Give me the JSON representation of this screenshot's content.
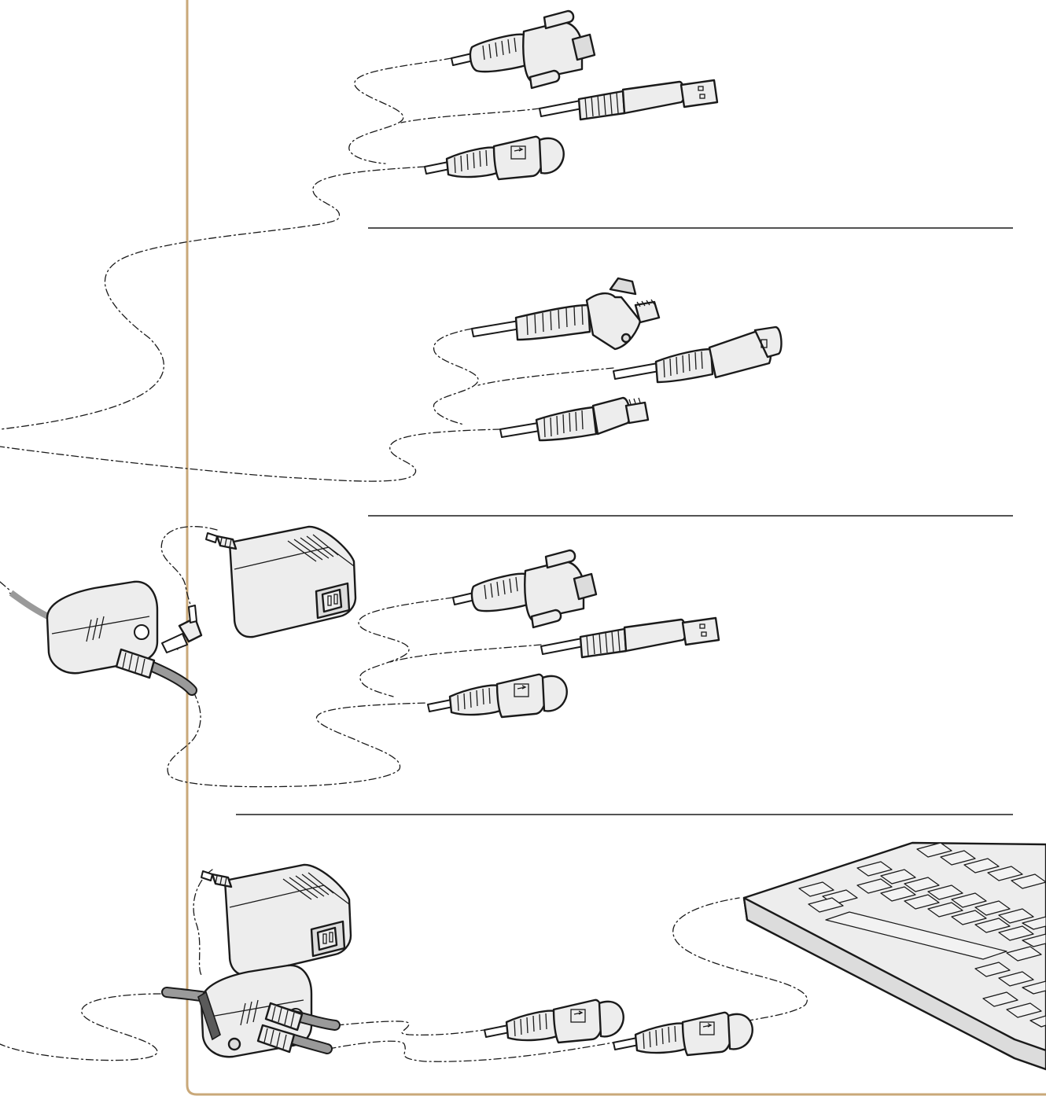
{
  "colors": {
    "frame": "#c9a879",
    "line": "#1a1a1a",
    "connector_fill": "#ededed",
    "shade": "#dcdcdc"
  },
  "sections": [
    {
      "name": "cable-group-1",
      "connectors": [
        "db9-connector-icon",
        "usb-connector-icon",
        "ps2-connector-icon"
      ]
    },
    {
      "name": "cable-group-2",
      "connectors": [
        "modular-connector-icon",
        "pos-connector-icon",
        "rj-connector-icon"
      ]
    },
    {
      "name": "cable-group-3",
      "connectors": [
        "power-adapter-icon",
        "y-cable-splitter-icon",
        "db9-connector-icon",
        "usb-connector-icon",
        "ps2-connector-icon"
      ]
    },
    {
      "name": "cable-group-4",
      "connectors": [
        "power-adapter-icon",
        "y-cable-splitter-icon",
        "ps2-connector-icon",
        "ps2-connector-icon",
        "keyboard-icon"
      ]
    }
  ]
}
